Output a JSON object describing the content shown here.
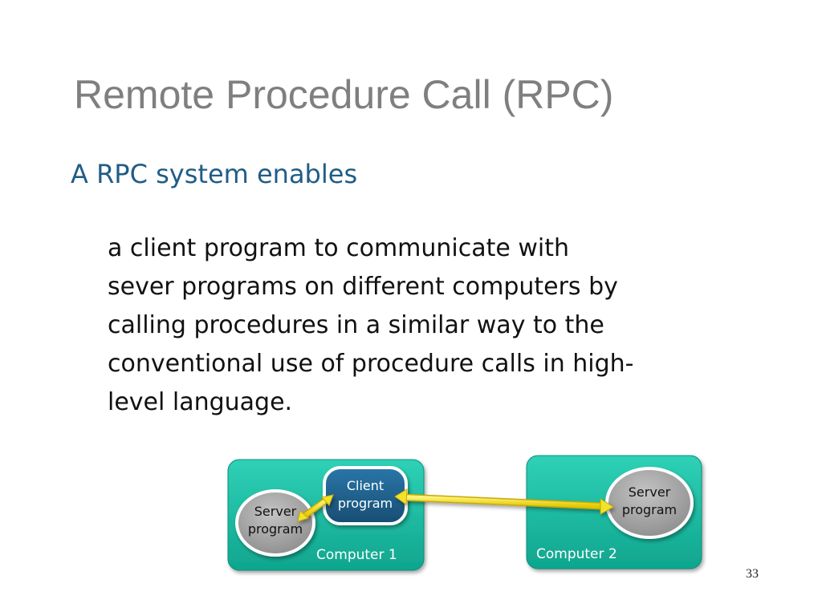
{
  "slide": {
    "title": "Remote Procedure Call (RPC)",
    "subtitle": "A RPC system enables",
    "body_lines": [
      "a client program to communicate with",
      "sever programs on different computers by",
      "calling procedures in a similar way to the",
      "conventional use of procedure calls in high-",
      "level language."
    ],
    "page_number": "33"
  },
  "diagram": {
    "computer1": {
      "label": "Computer 1",
      "client_label_1": "Client",
      "client_label_2": "program",
      "server_label_1": "Server",
      "server_label_2": "program"
    },
    "computer2": {
      "label": "Computer 2",
      "server_label_1": "Server",
      "server_label_2": "program"
    },
    "colors": {
      "computer_box": "#14b8a0",
      "client_box": "#1e5f8c",
      "server_ellipse": "#a6a6a6",
      "arrow": "#f2e22a",
      "title": "#7f7f7f",
      "subtitle": "#1f5d86"
    }
  }
}
